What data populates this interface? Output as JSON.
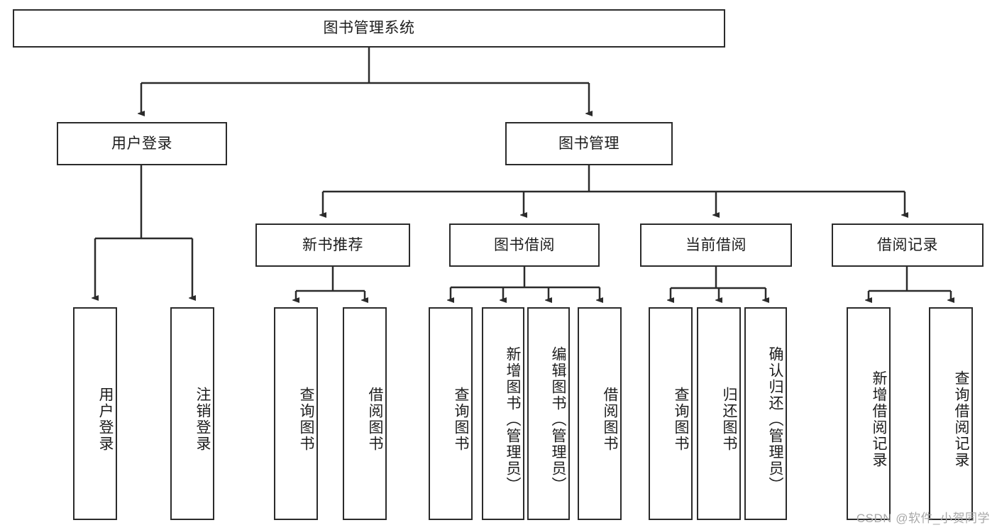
{
  "diagram": {
    "title": "图书管理系统",
    "root": {
      "label": "图书管理系统"
    },
    "level2": [
      {
        "label": "用户登录"
      },
      {
        "label": "图书管理"
      }
    ],
    "level3": [
      {
        "label": "新书推荐"
      },
      {
        "label": "图书借阅"
      },
      {
        "label": "当前借阅"
      },
      {
        "label": "借阅记录"
      }
    ],
    "leaves": {
      "user_login": [
        {
          "label": "用户登录"
        },
        {
          "label": "注销登录"
        }
      ],
      "new_book_recommend": [
        {
          "label": "查询图书"
        },
        {
          "label": "借阅图书"
        }
      ],
      "book_borrow": [
        {
          "label": "查询图书"
        },
        {
          "label": "新增图书（管理员）"
        },
        {
          "label": "编辑图书（管理员）"
        },
        {
          "label": "借阅图书"
        }
      ],
      "current_borrow": [
        {
          "label": "查询图书"
        },
        {
          "label": "归还图书"
        },
        {
          "label": "确认归还（管理员）"
        }
      ],
      "borrow_record": [
        {
          "label": "新增借阅记录"
        },
        {
          "label": "查询借阅记录"
        }
      ]
    }
  },
  "watermark": {
    "text": "CSDN @软件_小贺同学"
  },
  "colors": {
    "border": "#2b2b2b",
    "background": "#ffffff",
    "text": "#1d1d1d",
    "watermark": "#a8a8a8"
  }
}
